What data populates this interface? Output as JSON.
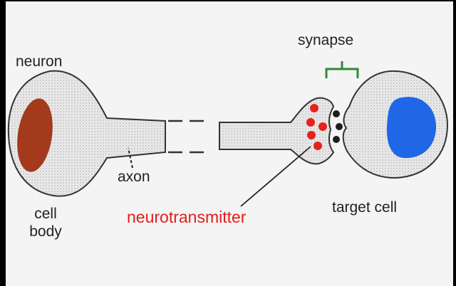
{
  "labels": {
    "neuron": "neuron",
    "cell_body": "cell body",
    "axon": "axon",
    "neurotransmitter": "neurotransmitter",
    "synapse": "synapse",
    "target_cell": "target cell"
  },
  "colors": {
    "frame_background": "#000000",
    "panel_background": "#f4f4f4",
    "cell_fill": "#e6e6e6",
    "nucleus_neuron": "#a33a1c",
    "nucleus_target": "#1f67e6",
    "neurotransmitter_dots": "#e8211c",
    "receptor_dots": "#1d1d1d",
    "synapse_bracket": "#2f8a37",
    "label_text": "#222222",
    "neurotransmitter_text": "#e31d1a"
  },
  "icons": {
    "neurotransmitter": "red-dot",
    "receptor": "black-dot"
  }
}
